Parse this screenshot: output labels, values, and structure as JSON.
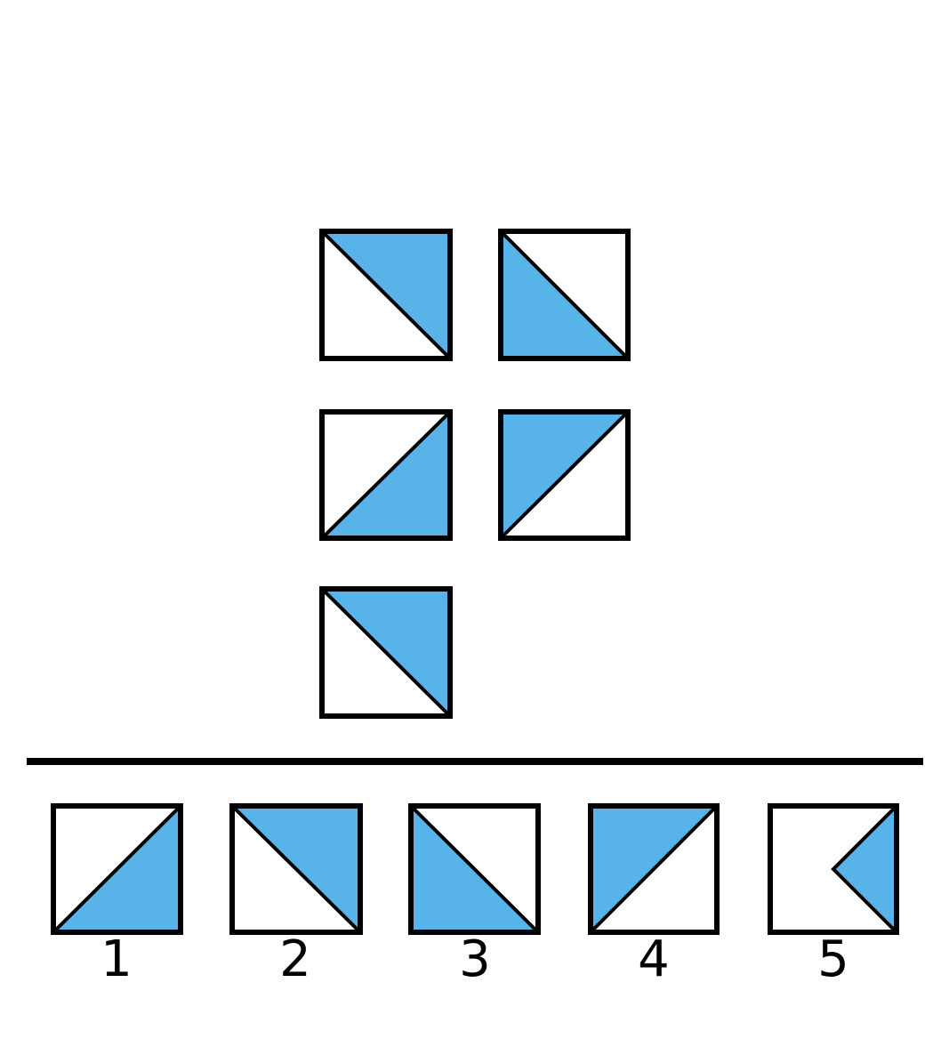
{
  "colors": {
    "fill": "#58b3e8",
    "stroke": "#000000",
    "background": "#ffffff"
  },
  "grid": {
    "cells": [
      {
        "id": "r1c1",
        "shading": "upper-right-triangle"
      },
      {
        "id": "r1c2",
        "shading": "lower-left-triangle"
      },
      {
        "id": "r2c1",
        "shading": "lower-right-triangle"
      },
      {
        "id": "r2c2",
        "shading": "upper-left-triangle"
      },
      {
        "id": "r3c1",
        "shading": "upper-right-triangle"
      },
      {
        "id": "r3c2",
        "shading": "missing"
      }
    ]
  },
  "options": [
    {
      "label": "1",
      "shading": "lower-right-triangle"
    },
    {
      "label": "2",
      "shading": "upper-right-triangle"
    },
    {
      "label": "3",
      "shading": "lower-left-triangle"
    },
    {
      "label": "4",
      "shading": "upper-left-triangle"
    },
    {
      "label": "5",
      "shading": "right-notch-triangle"
    }
  ]
}
